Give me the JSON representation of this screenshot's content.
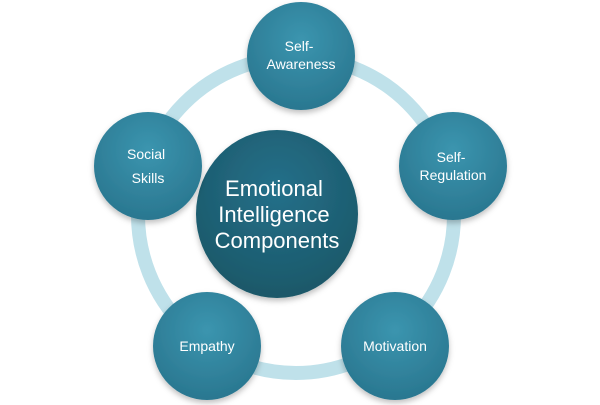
{
  "center": {
    "lines": [
      "Emotional",
      "Intelligence",
      "Components"
    ]
  },
  "nodes": [
    {
      "id": "self-awareness",
      "lines": [
        "Self-",
        "Awareness"
      ]
    },
    {
      "id": "self-regulation",
      "lines": [
        "Self-",
        "Regulation"
      ]
    },
    {
      "id": "motivation",
      "lines": [
        "Motivation"
      ]
    },
    {
      "id": "empathy",
      "lines": [
        "Empathy"
      ]
    },
    {
      "id": "social-skills",
      "lines": [
        "Social",
        "Skills"
      ]
    }
  ],
  "colors": {
    "ring": "#bfe1ea",
    "node_fill": "#2e7f99",
    "node_fill_top": "#3a93ad",
    "center_fill": "#1c5c6e",
    "center_fill_top": "#26718a",
    "text": "#ffffff"
  }
}
